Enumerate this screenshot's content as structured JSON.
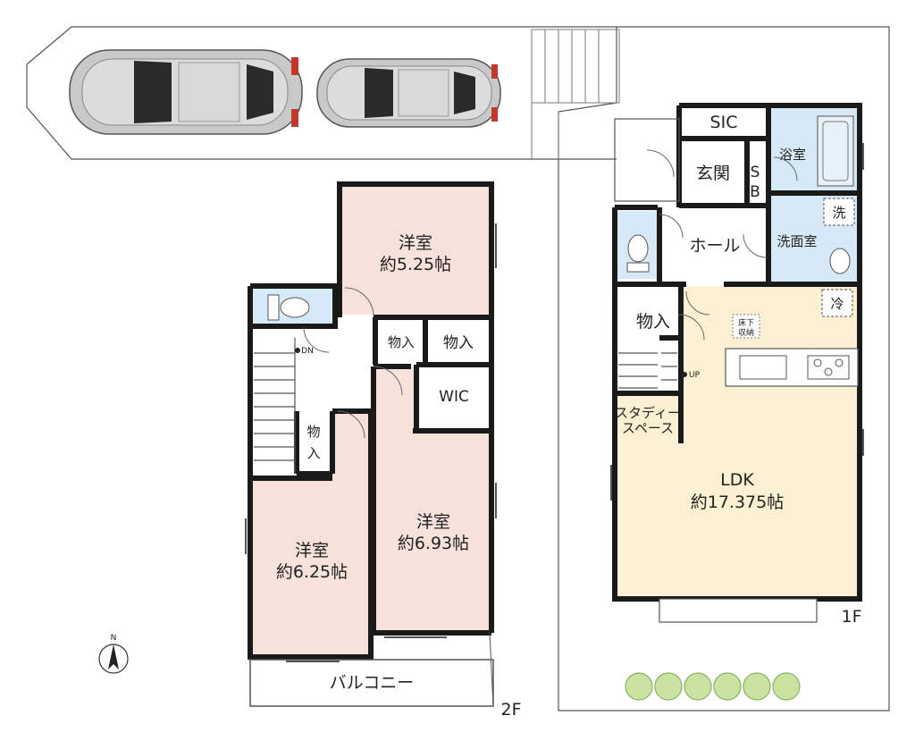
{
  "floors": {
    "first": {
      "label": "1F",
      "rooms": {
        "sic": "SIC",
        "bath": "浴室",
        "entrance": "玄関",
        "sb_top": "S",
        "sb_bottom": "B",
        "wash_mark": "洗",
        "hall": "ホール",
        "washroom": "洗面室",
        "fridge_mark": "冷",
        "storage": "物入",
        "floor_storage_top": "床下",
        "floor_storage_bottom": "収納",
        "up": "UP",
        "study_top": "スタディー",
        "study_bottom": "スペース",
        "ldk": "LDK",
        "ldk_area": "約17.375帖"
      }
    },
    "second": {
      "label": "2F",
      "rooms": {
        "room_a": "洋室",
        "room_a_area": "約5.25帖",
        "storage_a": "物入",
        "storage_b": "物入",
        "storage_c_top": "物",
        "storage_c_bottom": "入",
        "wic": "WIC",
        "dn": "DN",
        "room_b": "洋室",
        "room_b_area": "約6.93帖",
        "room_c": "洋室",
        "room_c_area": "約6.25帖",
        "balcony": "バルコニー"
      }
    }
  },
  "compass": {
    "label": "N"
  },
  "colors": {
    "room_pink": "#f7e1db",
    "room_cream": "#fbf1d2",
    "wet_blue": "#d6e9f6",
    "wall": "#1a1a1a",
    "shrub": "#c9e4a0"
  }
}
